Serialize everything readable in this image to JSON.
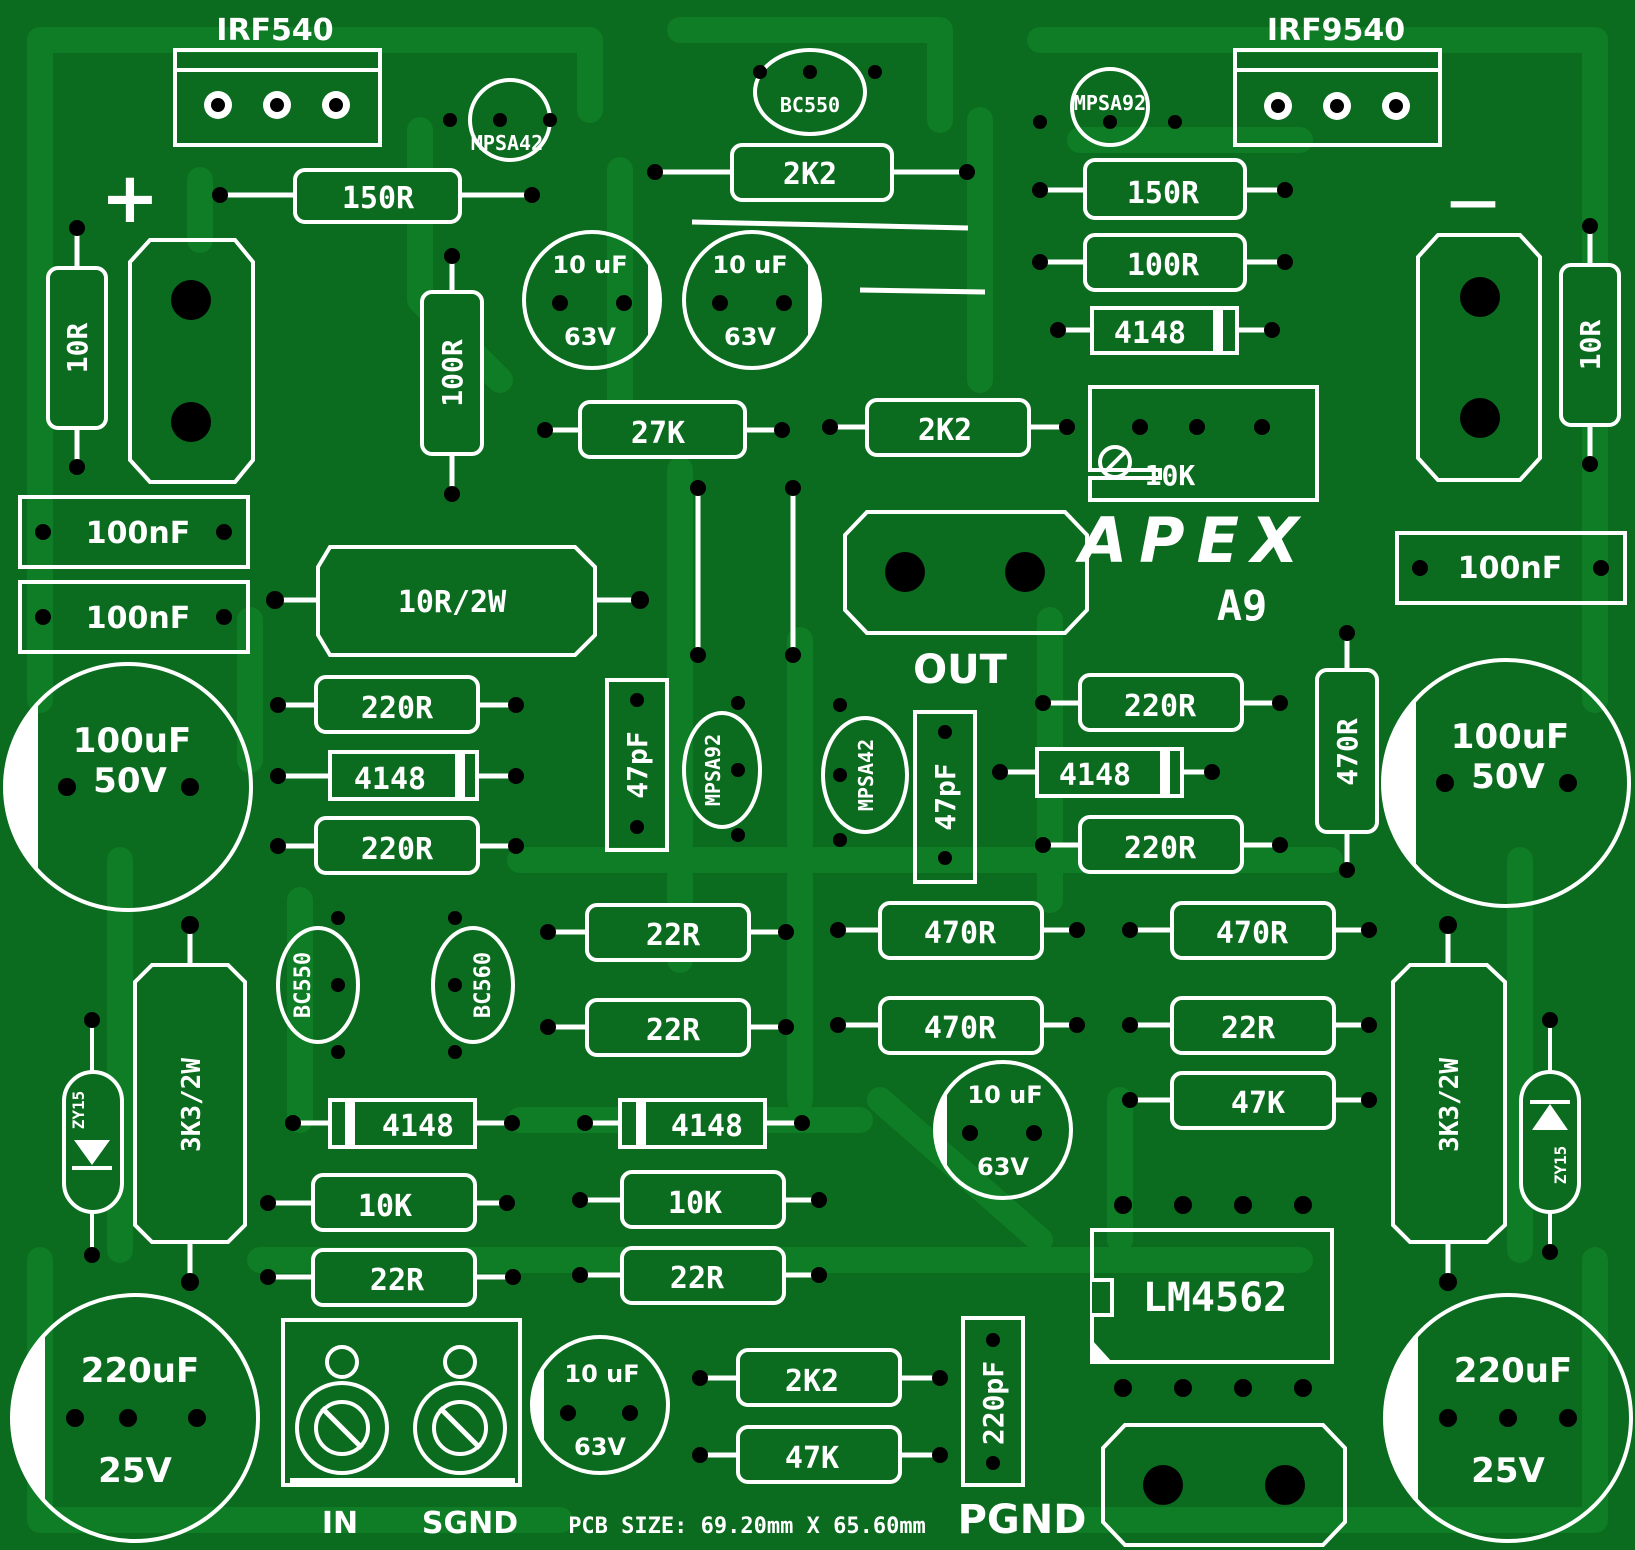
{
  "board": {
    "brand": "APEX",
    "model": "A9",
    "size_note": "PCB SIZE: 69.20mm X 65.60mm",
    "colors": {
      "board": "#0b6b1e",
      "copper": "#0f7d25",
      "silk": "#ffffff",
      "pad": "#000000"
    }
  },
  "connectors": {
    "irf540": "IRF540",
    "irf9540": "IRF9540",
    "plus": "+",
    "minus": "—",
    "out": "OUT",
    "in": "IN",
    "sgnd": "SGND",
    "pgnd": "PGND"
  },
  "labels": {
    "mpsa42": "MPSA42",
    "mpsa92": "MPSA92",
    "bc550": "BC550",
    "bc560": "BC560",
    "r150": "150R",
    "r100": "100R",
    "r10": "10R",
    "r2k2": "2K2",
    "r27k": "27K",
    "r10k": "10K",
    "r10r2w": "10R/2W",
    "r220": "220R",
    "r22": "22R",
    "r470": "470R",
    "r47k": "47K",
    "r3k3": "3K3/2W",
    "d4148": "4148",
    "zy15": "ZY15",
    "c100nf": "100nF",
    "c10uf": "10 uF",
    "c63v": "63V",
    "c100uf": "100uF",
    "c50v": "50V",
    "c220uf": "220uF",
    "c25v": "25V",
    "c47pf": "47pF",
    "c220pf": "220pF",
    "ic": "LM4562"
  }
}
